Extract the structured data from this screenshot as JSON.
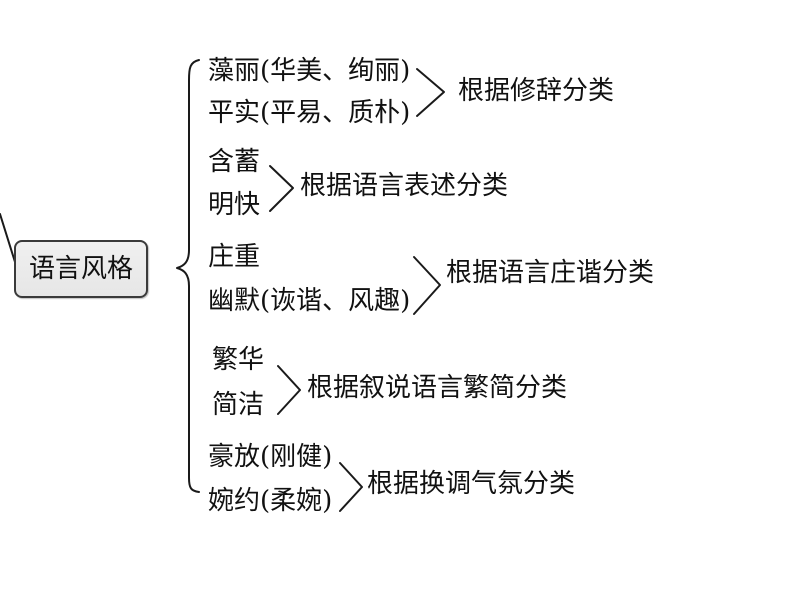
{
  "root": {
    "label": "语言风格"
  },
  "groups": [
    {
      "items": [
        "藻丽(华美、绚丽)",
        "平实(平易、质朴)"
      ],
      "basis": "根据修辞分类"
    },
    {
      "items": [
        "含蓄",
        "明快"
      ],
      "basis": "根据语言表述分类"
    },
    {
      "items": [
        "庄重",
        "幽默(诙谐、风趣)"
      ],
      "basis": "根据语言庄谐分类"
    },
    {
      "items": [
        "繁华",
        "简洁"
      ],
      "basis": "根据叙说语言繁简分类"
    },
    {
      "items": [
        "豪放(刚健)",
        "婉约(柔婉)"
      ],
      "basis": "根据换调气氛分类"
    }
  ],
  "colors": {
    "line": "#1a1a1a",
    "node_fill": "#e6e6e6",
    "node_border": "#3a3a3a",
    "text": "#111111"
  }
}
